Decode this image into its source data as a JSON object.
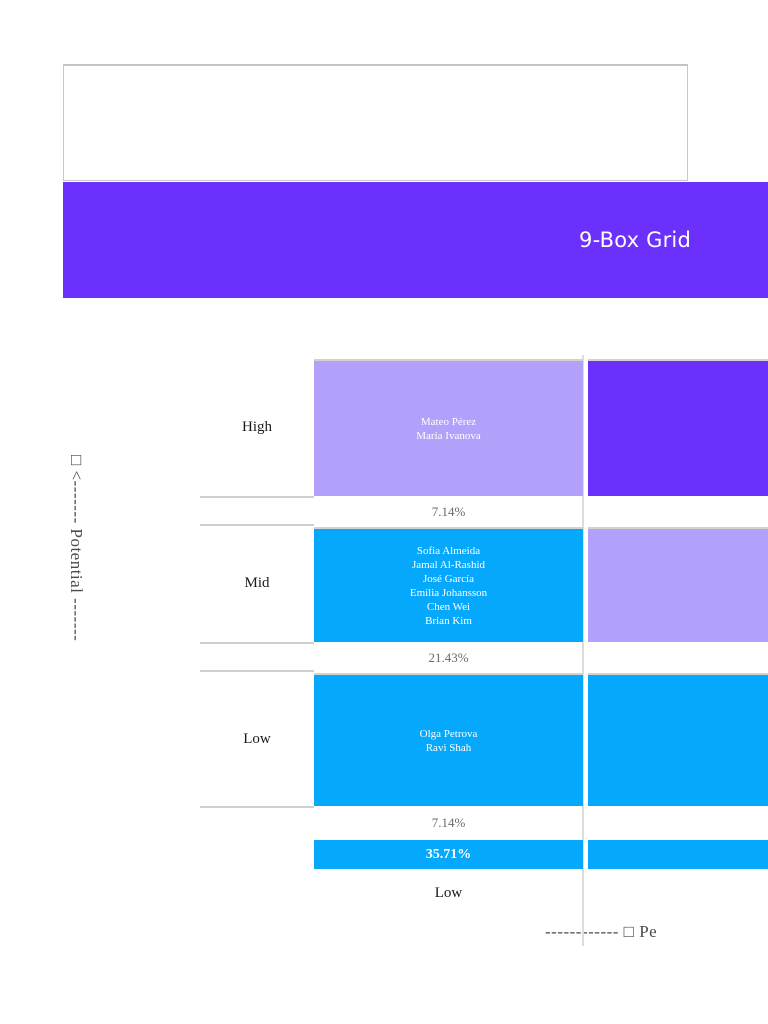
{
  "header": {
    "title": "9-Box Grid"
  },
  "chart_data": {
    "type": "heatmap",
    "title": "9-Box Grid",
    "xlabel": "------------ □ Pe",
    "ylabel": "□ <------- Potential -------",
    "x_tick_labels": [
      "Low"
    ],
    "y_tick_labels": [
      "High",
      "Mid",
      "Low"
    ],
    "grid": false,
    "legend": "none",
    "cells": [
      {
        "row": "High",
        "column": "Low",
        "color": "#b3a0fb",
        "names": [
          "Mateo Pérez",
          "Maria Ivanova"
        ],
        "count": 2
      },
      {
        "row": "Mid",
        "column": "Low",
        "color": "#05a8fb",
        "names": [
          "Sofia Almeida",
          "Jamal Al-Rashid",
          "José García",
          "Emilia Johansson",
          "Chen Wei",
          "Brian Kim"
        ],
        "count": 6
      },
      {
        "row": "Low",
        "column": "Low",
        "color": "#05a8fb",
        "names": [
          "Olga Petrova",
          "Ravi Shah"
        ],
        "count": 2
      },
      {
        "row": "High",
        "column": "col2",
        "color": "#6b30fb",
        "names": [],
        "count": 0
      },
      {
        "row": "Mid",
        "column": "col2",
        "color": "#b3a0fb",
        "names": [],
        "count": 0
      },
      {
        "row": "Low",
        "column": "col2",
        "color": "#05a8fb",
        "names": [],
        "count": 0
      }
    ],
    "row_percentages": [
      "7.14%",
      "21.43%",
      "7.14%"
    ],
    "column_total": "35.71%"
  },
  "colors": {
    "banner_purple": "#6b30fb",
    "light_purple": "#b3a0fb",
    "cyan": "#05a8fb",
    "card_border": "#c9c9c9"
  }
}
